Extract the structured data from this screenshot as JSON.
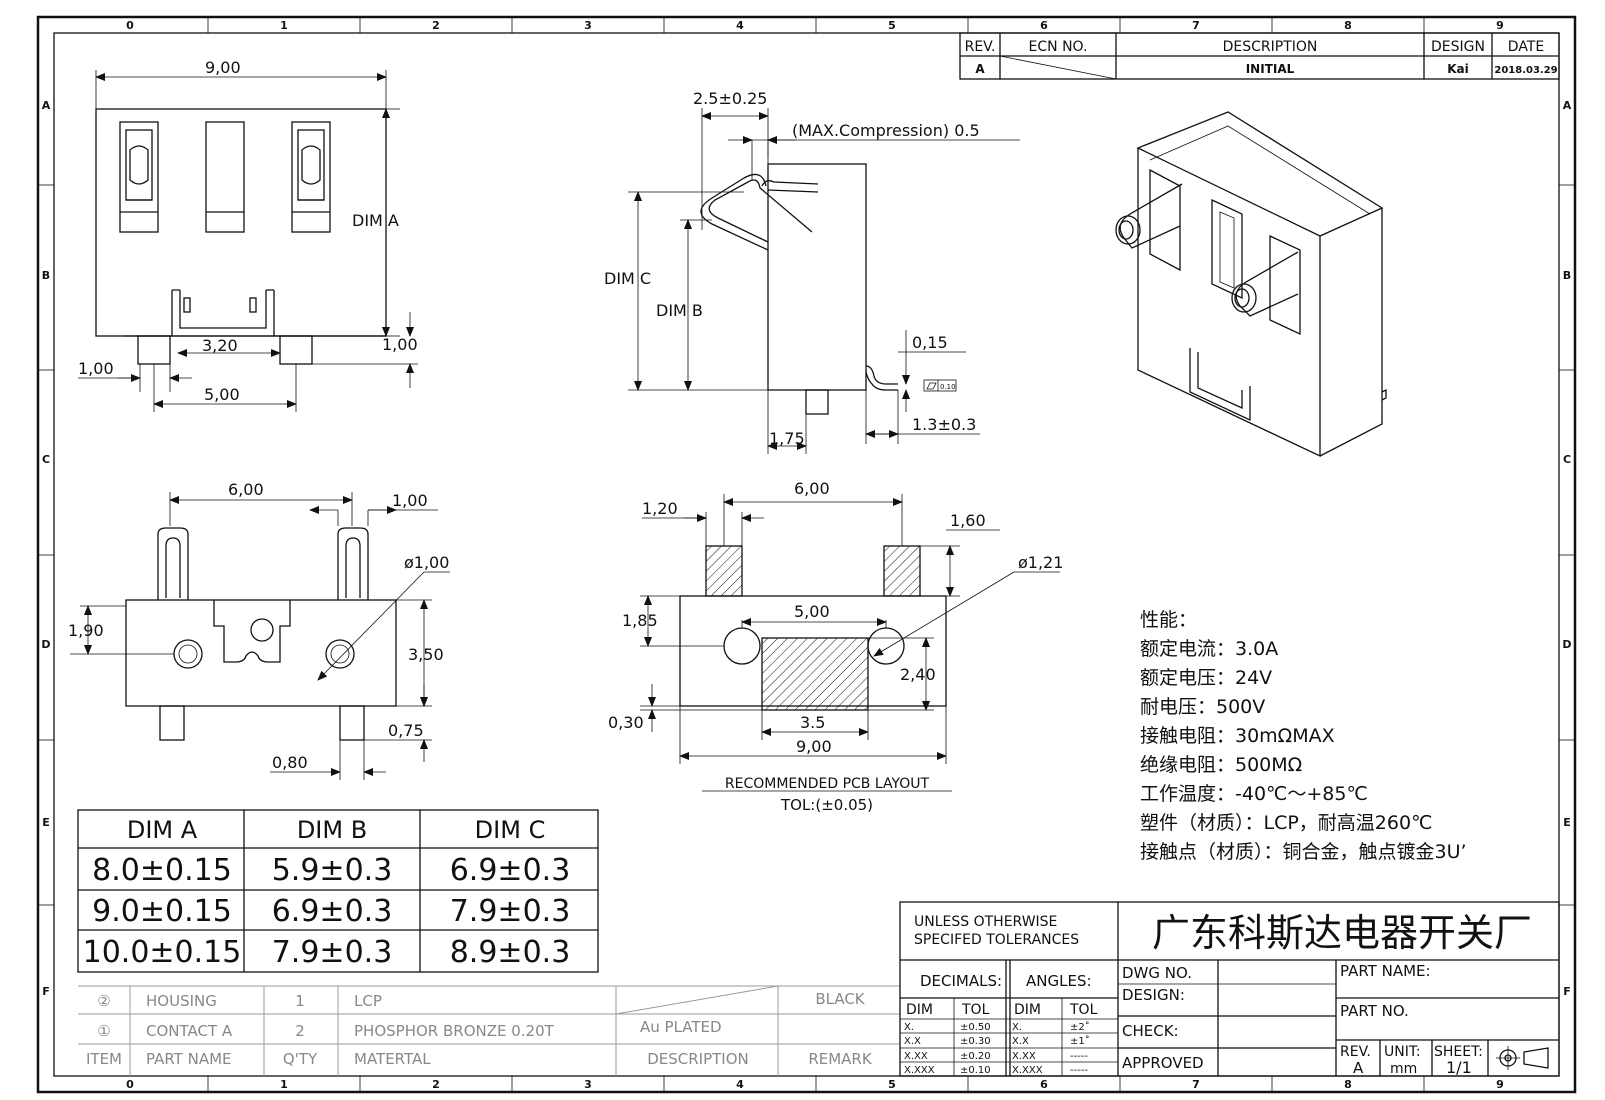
{
  "grid": {
    "columns": [
      "0",
      "1",
      "2",
      "3",
      "4",
      "5",
      "6",
      "7",
      "8",
      "9"
    ],
    "rows": [
      "A",
      "B",
      "C",
      "D",
      "E",
      "F"
    ]
  },
  "revision_table": {
    "headers": [
      "REV.",
      "ECN NO.",
      "DESCRIPTION",
      "DESIGN",
      "DATE"
    ],
    "row": [
      "A",
      "",
      "INITIAL",
      "Kai",
      "2018.03.29"
    ]
  },
  "front_view": {
    "width": "9,00",
    "dim_a": "DIM A",
    "d_320": "3,20",
    "d_100_right": "1,00",
    "d_100_left": "1,00",
    "d_500": "5,00"
  },
  "side_view": {
    "top_width": "2.5±0.25",
    "compression": "(MAX.Compression) 0.5",
    "dim_c": "DIM C",
    "dim_b": "DIM B",
    "d_015": "0,15",
    "flatness": "0.10",
    "d_175": "1,75",
    "d_13": "1.3±0.3"
  },
  "bottom_view": {
    "d_600": "6,00",
    "d_100": "1,00",
    "d_dia": "ø1,00",
    "d_190": "1,90",
    "d_350": "3,50",
    "d_075": "0,75",
    "d_080": "0,80"
  },
  "pcb_layout": {
    "d_600": "6,00",
    "d_120": "1,20",
    "d_160": "1,60",
    "d_dia": "ø1,21",
    "d_185": "1,85",
    "d_500": "5,00",
    "d_240": "2,40",
    "d_030": "0,30",
    "d_35": "3.5",
    "d_900": "9,00",
    "title": "RECOMMENDED PCB LAYOUT",
    "tol": "TOL:(±0.05)"
  },
  "specs": [
    "性能：",
    "额定电流：3.0A",
    "额定电压：24V",
    "耐电压：500V",
    "接触电阻：30mΩMAX",
    "绝缘电阻：500MΩ",
    "工作温度：-40℃～+85℃",
    "塑件（材质）：LCP，耐高温260℃",
    "接触点（材质）：铜合金，触点镀金3U’"
  ],
  "dim_table": {
    "headers": [
      "DIM A",
      "DIM B",
      "DIM C"
    ],
    "rows": [
      [
        "8.0±0.15",
        "5.9±0.3",
        "6.9±0.3"
      ],
      [
        "9.0±0.15",
        "6.9±0.3",
        "7.9±0.3"
      ],
      [
        "10.0±0.15",
        "7.9±0.3",
        "8.9±0.3"
      ]
    ]
  },
  "bom": {
    "rows": [
      {
        "item": "②",
        "part": "HOUSING",
        "qty": "1",
        "material": "LCP",
        "description": "",
        "remark": "BLACK"
      },
      {
        "item": "①",
        "part": "CONTACT A",
        "qty": "2",
        "material": "PHOSPHOR BRONZE 0.20T",
        "description": "Au PLATED",
        "remark": ""
      }
    ],
    "headers": {
      "item": "ITEM",
      "part": "PART NAME",
      "qty": "Q'TY",
      "material": "MATERTAL",
      "description": "DESCRIPTION",
      "remark": "REMARK"
    }
  },
  "title_block": {
    "tolerance_note_1": "UNLESS OTHERWISE",
    "tolerance_note_2": "SPECIFED TOLERANCES",
    "company": "广东科斯达电器开关厂",
    "decimals": "DECIMALS:",
    "angles": "ANGLES:",
    "dim": "DIM",
    "tol": "TOL",
    "decimal_rows": [
      [
        "X.",
        "±0.50"
      ],
      [
        "X.X",
        "±0.30"
      ],
      [
        "X.XX",
        "±0.20"
      ],
      [
        "X.XXX",
        "±0.10"
      ]
    ],
    "angle_rows": [
      [
        "X.",
        "±2˚"
      ],
      [
        "X.X",
        "±1˚"
      ],
      [
        "X.XX",
        "-----"
      ],
      [
        "X.XXX",
        "-----"
      ]
    ],
    "dwg_no": "DWG NO.",
    "design": "DESIGN:",
    "check": "CHECK:",
    "approved": "APPROVED",
    "part_name": "PART NAME:",
    "part_no": "PART NO.",
    "rev_label": "REV.",
    "rev_value": "A",
    "unit_label": "UNIT:",
    "unit_value": "mm",
    "sheet_label": "SHEET:",
    "sheet_value": "1/1"
  }
}
